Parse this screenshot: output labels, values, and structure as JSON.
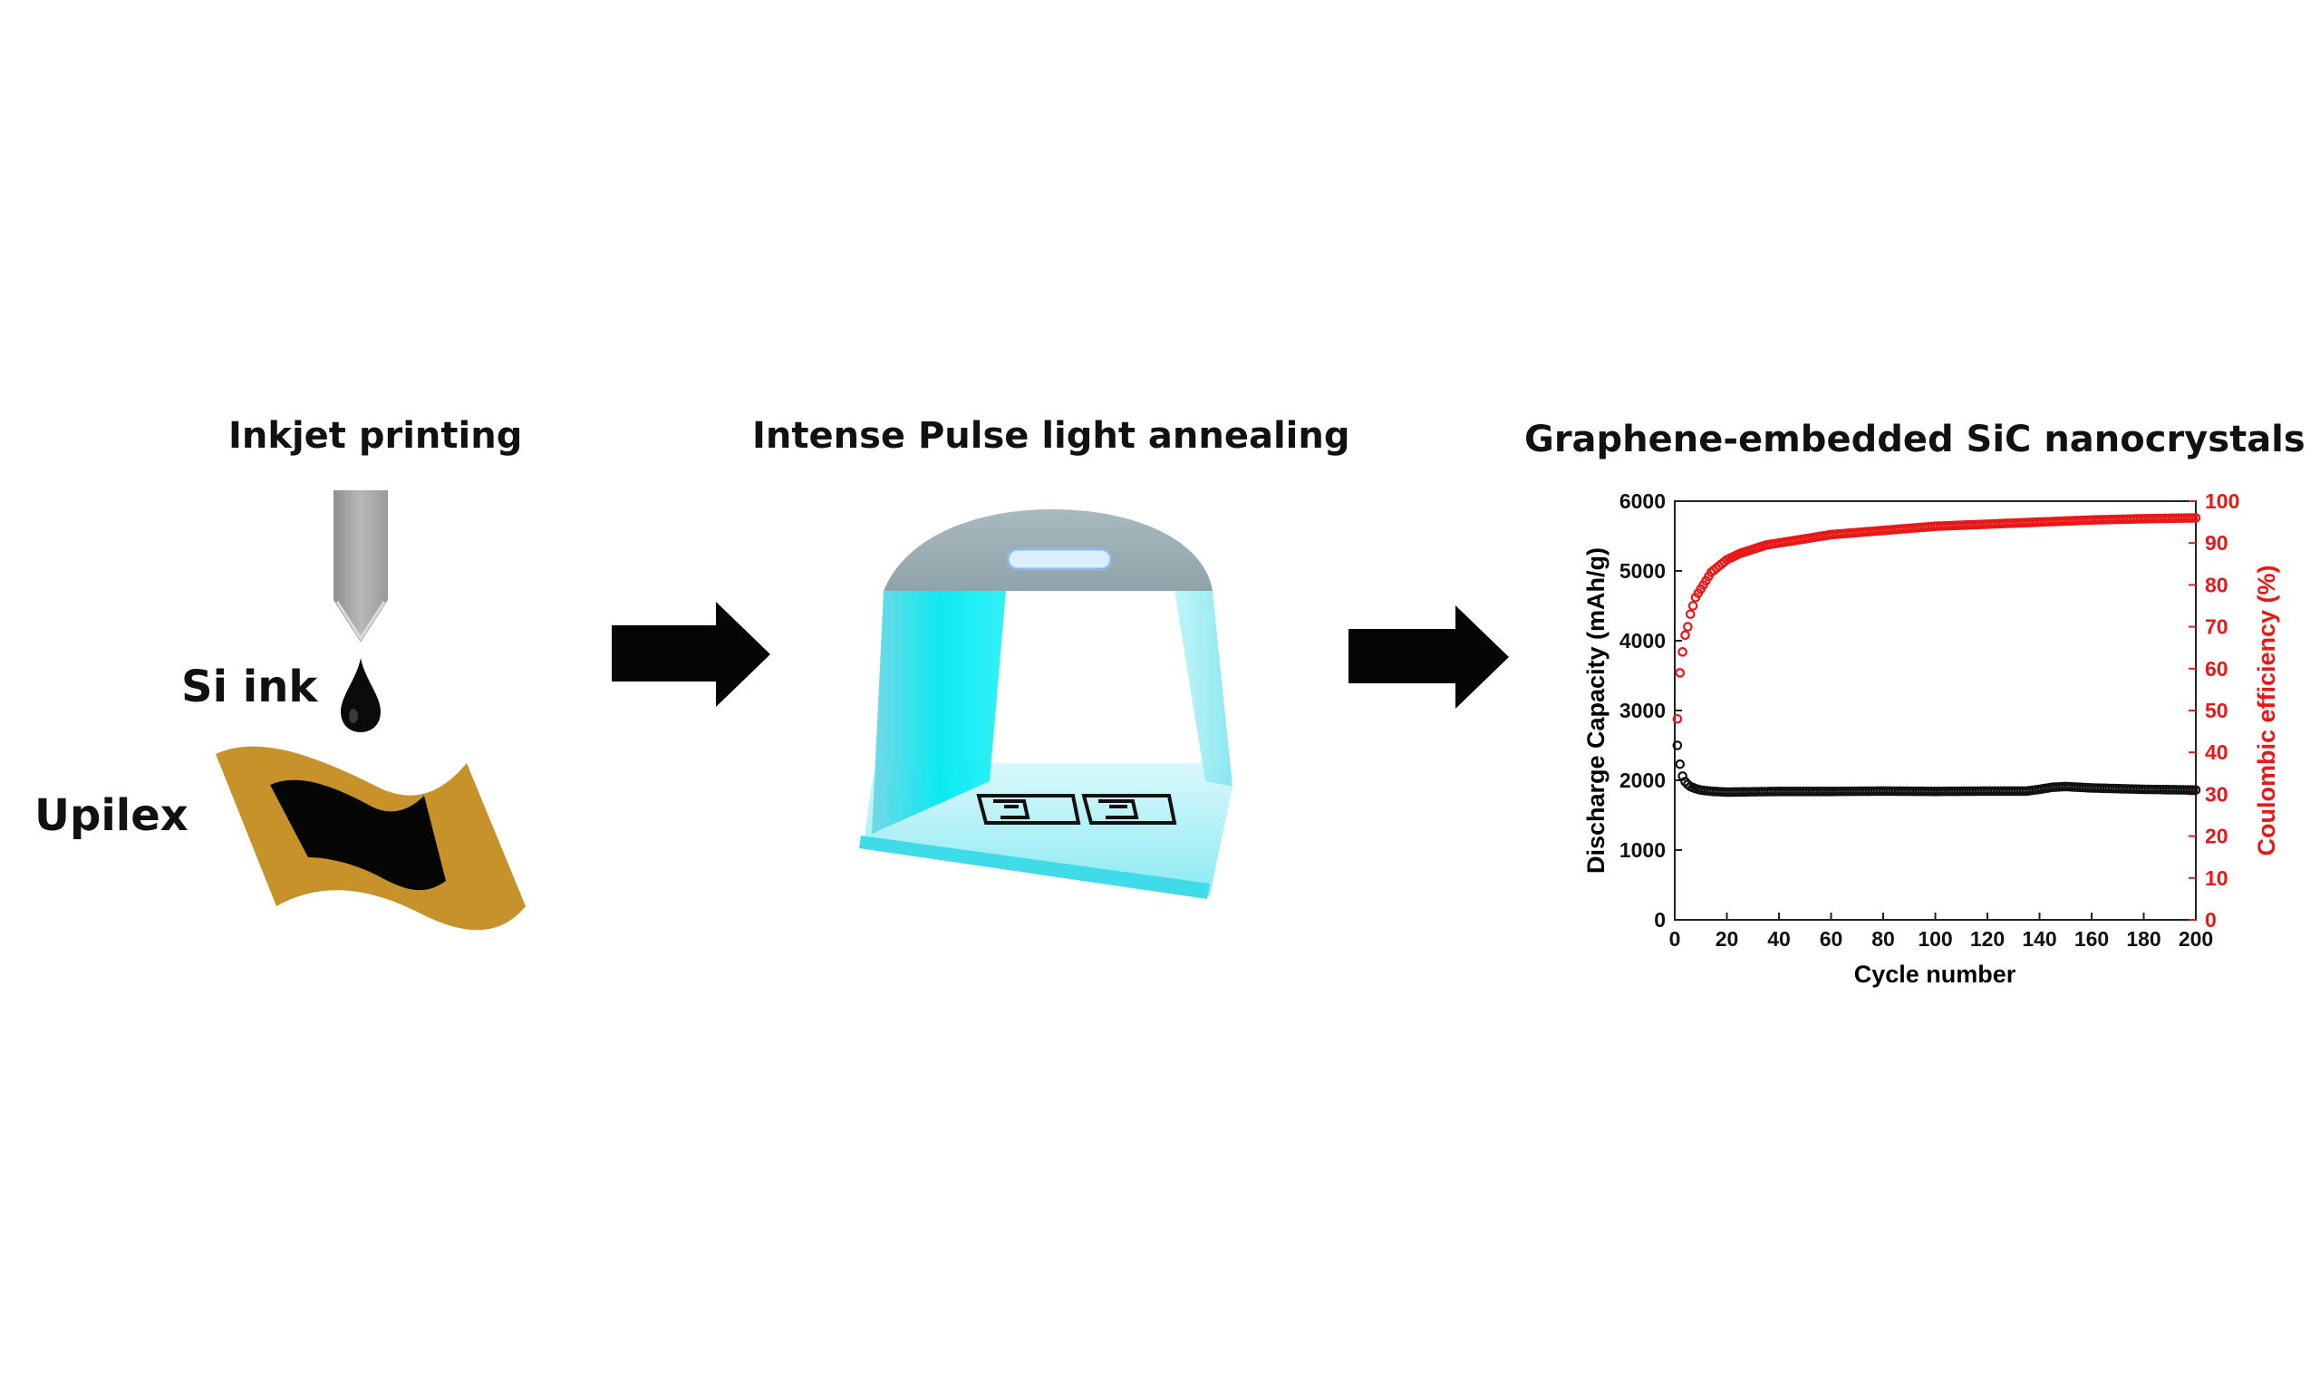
{
  "steps": {
    "step1_title": "Inkjet printing",
    "step2_title": "Intense Pulse light annealing",
    "step3_title": "Graphene-embedded SiC nanocrystals"
  },
  "labels": {
    "si_ink": "Si ink",
    "substrate": "Upilex"
  },
  "colors": {
    "substrate": "#C8922A",
    "nozzle": "#A9A9A9",
    "chamber": "#33E4F0",
    "lamp": "#9FB2B8",
    "capacity_series": "#111111",
    "efficiency_series": "#E81818"
  },
  "icons": [
    "inkjet-nozzle-icon",
    "ink-droplet-icon",
    "right-arrow-icon",
    "ipl-chamber-icon",
    "printed-pattern-icon"
  ],
  "chart_data": {
    "type": "scatter",
    "xlabel": "Cycle number",
    "ylabel": "Discharge Capacity (mAh/g)",
    "y2label": "Coulombic efficiency (%)",
    "xlim": [
      0,
      200
    ],
    "ylim": [
      0,
      6000
    ],
    "y2lim": [
      0,
      100
    ],
    "x_ticks": [
      0,
      20,
      40,
      60,
      80,
      100,
      120,
      140,
      160,
      180,
      200
    ],
    "y_ticks": [
      0,
      1000,
      2000,
      3000,
      4000,
      5000,
      6000
    ],
    "y2_ticks": [
      0,
      10,
      20,
      30,
      40,
      50,
      60,
      70,
      80,
      90,
      100
    ],
    "series": [
      {
        "axis": "left",
        "color": "#111111",
        "points": [
          [
            1,
            2500
          ],
          [
            2,
            2230
          ],
          [
            3,
            2060
          ],
          [
            4,
            1980
          ],
          [
            5,
            1940
          ],
          [
            6,
            1910
          ],
          [
            8,
            1880
          ],
          [
            10,
            1860
          ],
          [
            12,
            1850
          ],
          [
            15,
            1840
          ],
          [
            20,
            1830
          ],
          [
            30,
            1835
          ],
          [
            40,
            1840
          ],
          [
            60,
            1840
          ],
          [
            80,
            1845
          ],
          [
            100,
            1840
          ],
          [
            120,
            1845
          ],
          [
            135,
            1845
          ],
          [
            140,
            1870
          ],
          [
            145,
            1900
          ],
          [
            150,
            1910
          ],
          [
            160,
            1890
          ],
          [
            170,
            1880
          ],
          [
            180,
            1870
          ],
          [
            190,
            1865
          ],
          [
            200,
            1860
          ]
        ]
      },
      {
        "axis": "right",
        "color": "#E81818",
        "points": [
          [
            1,
            48
          ],
          [
            2,
            59
          ],
          [
            3,
            64
          ],
          [
            4,
            68
          ],
          [
            5,
            70
          ],
          [
            6,
            73
          ],
          [
            7,
            75
          ],
          [
            8,
            77
          ],
          [
            10,
            79
          ],
          [
            12,
            81
          ],
          [
            14,
            83
          ],
          [
            16,
            84
          ],
          [
            18,
            85
          ],
          [
            20,
            86
          ],
          [
            25,
            87.5
          ],
          [
            30,
            88.5
          ],
          [
            35,
            89.5
          ],
          [
            40,
            90
          ],
          [
            50,
            91
          ],
          [
            60,
            92
          ],
          [
            70,
            92.5
          ],
          [
            80,
            93
          ],
          [
            90,
            93.5
          ],
          [
            100,
            94
          ],
          [
            120,
            94.5
          ],
          [
            140,
            95
          ],
          [
            160,
            95.5
          ],
          [
            180,
            95.8
          ],
          [
            200,
            96
          ]
        ]
      }
    ]
  }
}
